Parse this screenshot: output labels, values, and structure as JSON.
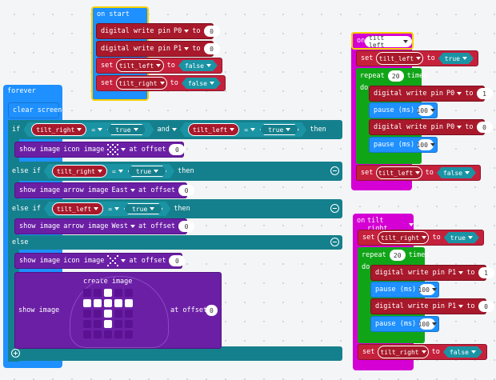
{
  "on_start": {
    "label": "on start",
    "dw1": {
      "text": "digital write pin",
      "pin": "P0",
      "to": "to",
      "value": "0"
    },
    "dw2": {
      "text": "digital write pin",
      "pin": "P1",
      "to": "to",
      "value": "0"
    },
    "set1": {
      "text": "set",
      "var": "tilt_left",
      "to": "to",
      "value": "false"
    },
    "set2": {
      "text": "set",
      "var": "tilt_right",
      "to": "to",
      "value": "false"
    }
  },
  "forever": {
    "label": "forever",
    "clear": "clear screen",
    "if1": {
      "kw": "if",
      "var": "tilt_right",
      "op": "=",
      "val": "true",
      "and": "and",
      "var2": "tilt_left",
      "op2": "=",
      "val2": "true",
      "then": "then"
    },
    "show1": {
      "text": "show image",
      "img": "icon image",
      "offset": "at offset",
      "value": "0"
    },
    "elseif1": {
      "kw": "else if",
      "var": "tilt_right",
      "op": "=",
      "val": "true",
      "then": "then"
    },
    "show2": {
      "text": "show image",
      "img": "arrow image",
      "dir": "East",
      "offset": "at offset",
      "value": "0"
    },
    "elseif2": {
      "kw": "else if",
      "var": "tilt_left",
      "op": "=",
      "val": "true",
      "then": "then"
    },
    "show3": {
      "text": "show image",
      "img": "arrow image",
      "dir": "West",
      "offset": "at offset",
      "value": "0"
    },
    "else": "else",
    "show4": {
      "text": "show image",
      "img": "icon image",
      "offset": "at offset",
      "value": "0"
    },
    "show5": {
      "text": "show image",
      "create": "create image",
      "offset": "at offset",
      "value": "0"
    },
    "led": [
      0,
      0,
      1,
      0,
      0,
      1,
      1,
      1,
      1,
      1,
      0,
      0,
      1,
      0,
      0,
      0,
      0,
      1,
      0,
      0,
      0,
      0,
      0,
      0,
      0
    ]
  },
  "tilt_left": {
    "on": "on",
    "event": "tilt left",
    "set1": {
      "text": "set",
      "var": "tilt_left",
      "to": "to",
      "value": "true"
    },
    "repeat": {
      "text": "repeat",
      "count": "20",
      "times": "times",
      "do": "do"
    },
    "dw1": {
      "text": "digital write pin",
      "pin": "P0",
      "to": "to",
      "value": "1"
    },
    "pause1": {
      "text": "pause (ms)",
      "value": "100"
    },
    "dw2": {
      "text": "digital write pin",
      "pin": "P0",
      "to": "to",
      "value": "0"
    },
    "pause2": {
      "text": "pause (ms)",
      "value": "100"
    },
    "set2": {
      "text": "set",
      "var": "tilt_left",
      "to": "to",
      "value": "false"
    }
  },
  "tilt_right": {
    "on": "on",
    "event": "tilt right",
    "set1": {
      "text": "set",
      "var": "tilt_right",
      "to": "to",
      "value": "true"
    },
    "repeat": {
      "text": "repeat",
      "count": "20",
      "times": "times",
      "do": "do"
    },
    "dw1": {
      "text": "digital write pin",
      "pin": "P1",
      "to": "to",
      "value": "1"
    },
    "pause1": {
      "text": "pause (ms)",
      "value": "100"
    },
    "dw2": {
      "text": "digital write pin",
      "pin": "P1",
      "to": "to",
      "value": "0"
    },
    "pause2": {
      "text": "pause (ms)",
      "value": "100"
    },
    "set2": {
      "text": "set",
      "var": "tilt_right",
      "to": "to",
      "value": "false"
    }
  },
  "colors": {
    "events": "#1e90ff",
    "pins": "#a8192b",
    "variables": "#c5213c",
    "logic": "#15808d",
    "basic": "#1e90ff",
    "led": "#6b1fa5",
    "loops": "#10a517",
    "input": "#d400d4"
  }
}
